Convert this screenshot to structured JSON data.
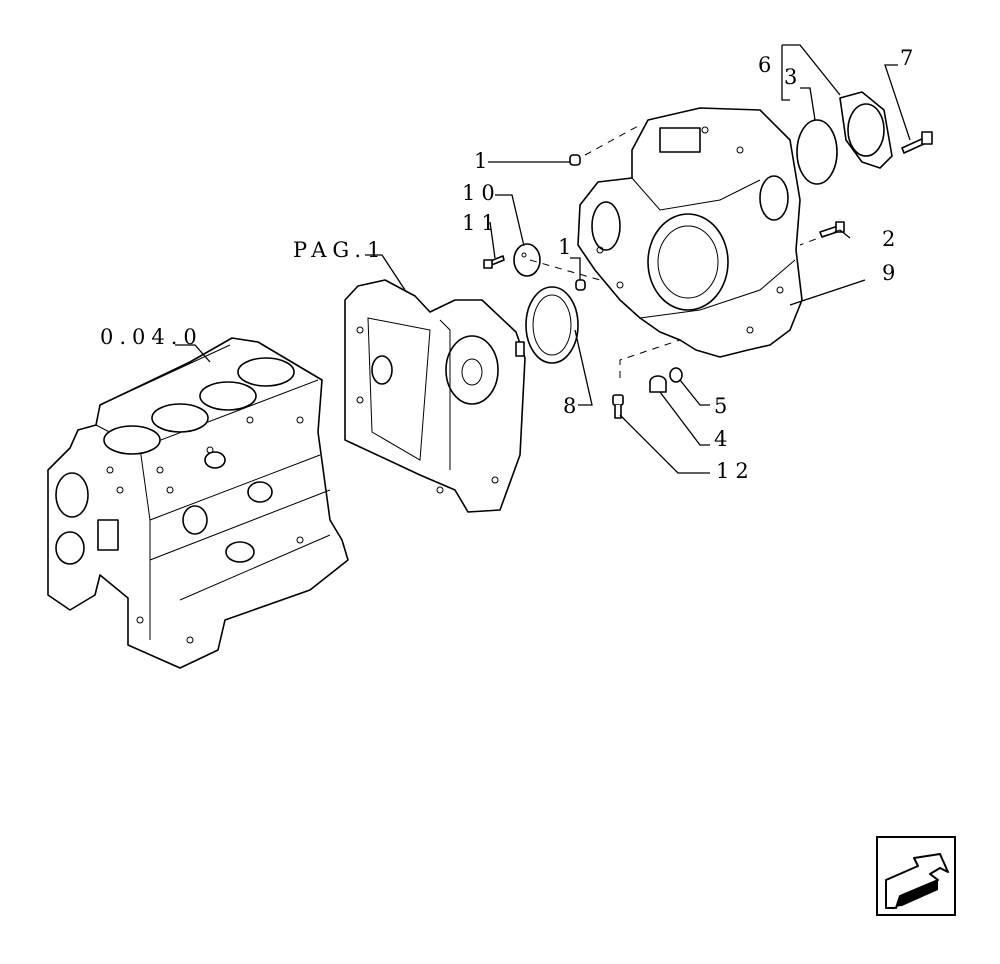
{
  "callouts": {
    "block_ref": "0.04.0",
    "cover_ref": "PAG.1",
    "p1a": "1",
    "p1b": "1",
    "p2": "2",
    "p3": "3",
    "p4": "4",
    "p5": "5",
    "p6": "6",
    "p7": "7",
    "p8": "8",
    "p9": "9",
    "p10": "10",
    "p11": "11",
    "p12": "12"
  },
  "nav": {
    "icon": "previous-page-arrow-icon"
  },
  "colors": {
    "line": "#000000",
    "background": "#ffffff"
  }
}
